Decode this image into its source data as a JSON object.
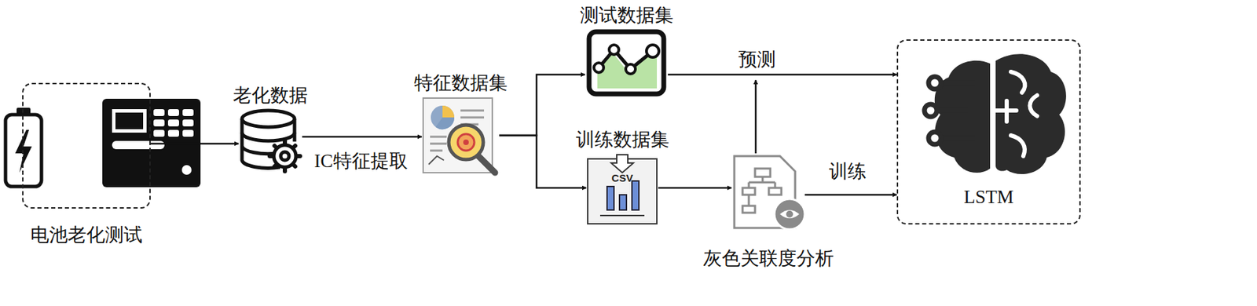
{
  "diagram": {
    "nodes": [
      {
        "text": [
          "电池老化测试"
        ]
      },
      {
        "text": [
          "老化数据"
        ]
      },
      {
        "text": [
          "特征数据集"
        ]
      },
      {
        "text": [
          "测试数据集"
        ]
      },
      {
        "text": [
          "训练数据集"
        ]
      },
      {
        "text": [
          "灰色关联度分析"
        ]
      },
      {
        "text": [
          "LSTM"
        ]
      }
    ],
    "edges": [
      {
        "from": 0,
        "to": 1,
        "arrow": "to"
      },
      {
        "from": 1,
        "to": 2,
        "label": "IC特征提取",
        "arrow": "to"
      },
      {
        "from": 2,
        "to": 3,
        "arrow": "to"
      },
      {
        "from": 2,
        "to": 4,
        "arrow": "to"
      },
      {
        "from": 3,
        "to": 6,
        "label": "预测",
        "arrow": "to"
      },
      {
        "from": 4,
        "to": 5,
        "arrow": "to"
      },
      {
        "from": 5,
        "to": 6,
        "arrow": "to"
      },
      {
        "from": 5,
        "to": 6,
        "label": "训练",
        "arrow": "to"
      }
    ],
    "labels": [
      "CSV"
    ]
  }
}
